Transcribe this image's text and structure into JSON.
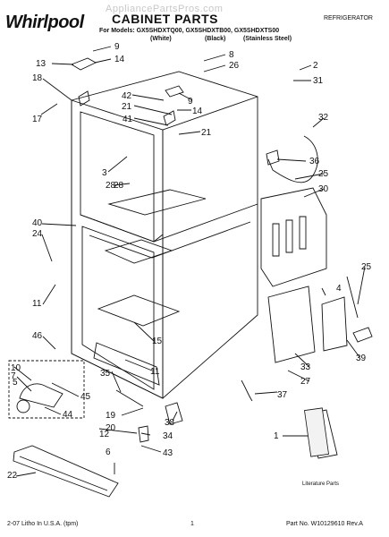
{
  "watermark": "AppliancePartsPros.com",
  "brand": "Whirlpool",
  "title": "CABINET PARTS",
  "category": "REFRIGERATOR",
  "models_line": "For Models: GX5SHDXTQ00, GX5SHDXTB00, GX5SHDXTS00",
  "finishes": [
    "(White)",
    "(Black)",
    "(Stainless Steel)"
  ],
  "footer_left": "2-07 Litho In U.S.A. (tpm)",
  "footer_center": "1",
  "footer_right": "Part No. W10129610 Rev.A",
  "literature_label": "Literature Parts",
  "callouts": [
    "13",
    "14",
    "9",
    "18",
    "17",
    "42",
    "21",
    "41",
    "9",
    "14",
    "21",
    "8",
    "26",
    "2",
    "31",
    "32",
    "36",
    "25",
    "30",
    "3",
    "28",
    "40",
    "24",
    "11",
    "25",
    "4",
    "46",
    "12",
    "15",
    "39",
    "10",
    "5",
    "45",
    "44",
    "11",
    "35",
    "19",
    "20",
    "6",
    "34",
    "43",
    "38",
    "33",
    "27",
    "37",
    "1",
    "22",
    "7",
    "28"
  ]
}
